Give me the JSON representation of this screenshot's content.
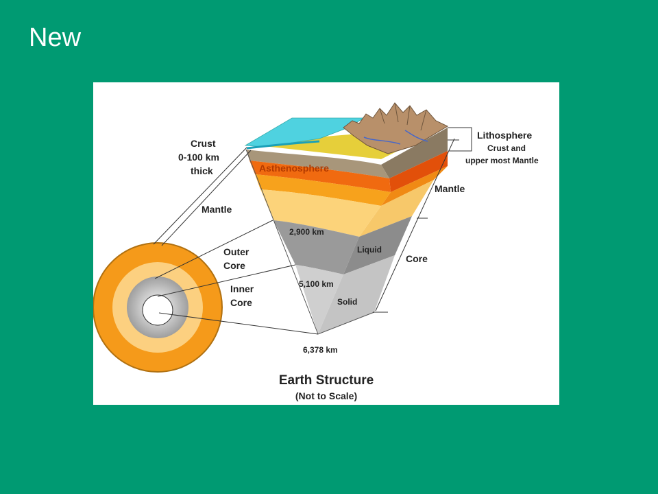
{
  "slide": {
    "title": "New"
  },
  "diagram": {
    "title": "Earth Structure",
    "subtitle": "(Not to Scale)",
    "labels": {
      "crust_line1": "Crust",
      "crust_line2": "0-100 km",
      "crust_line3": "thick",
      "mantle_left": "Mantle",
      "outer_core_line1": "Outer",
      "outer_core_line2": "Core",
      "inner_core_line1": "Inner",
      "inner_core_line2": "Core",
      "asthenosphere": "Asthenosphere",
      "depth_2900": "2,900 km",
      "depth_5100": "5,100 km",
      "depth_6378": "6,378 km",
      "liquid": "Liquid",
      "solid": "Solid",
      "lithosphere": "Lithosphere",
      "lithosphere_desc1": "Crust and",
      "lithosphere_desc2": "upper most Mantle",
      "mantle_right": "Mantle",
      "core_right": "Core"
    },
    "colors": {
      "ocean": "#4fd2e0",
      "crust_yellow": "#e6cf3a",
      "crust_brown": "#a8967a",
      "asthenosphere": "#f06a10",
      "upper_mantle": "#f7a21c",
      "lower_mantle": "#fcd37a",
      "outer_core": "#9a9a9a",
      "inner_core": "#cfcfcf",
      "mountains": "#b8906a"
    }
  }
}
